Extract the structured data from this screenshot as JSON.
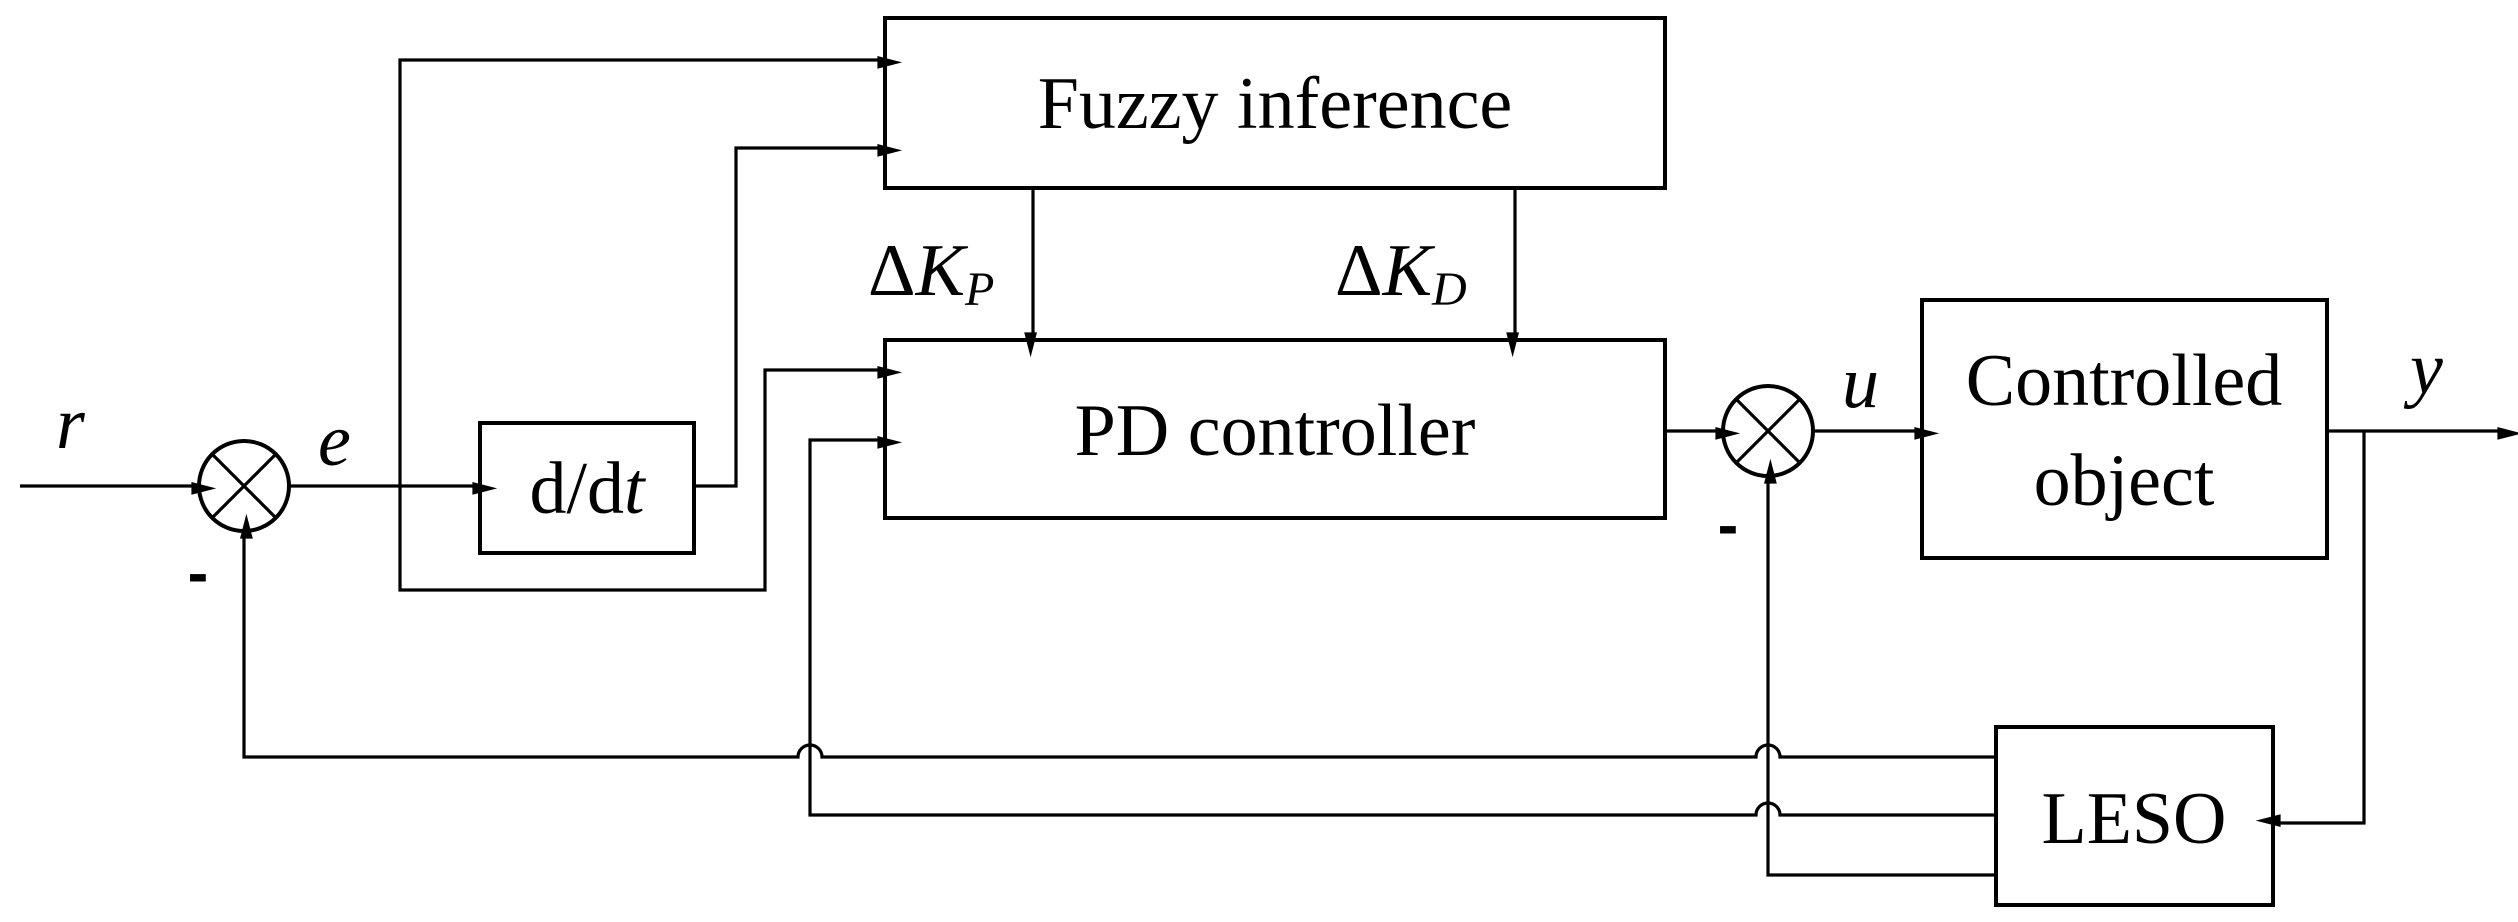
{
  "blocks": {
    "fuzzy": "Fuzzy inference",
    "pd": "PD controller",
    "deriv_prefix": "d/d",
    "deriv_var": "t",
    "plant_line1": "Controlled",
    "plant_line2": "object",
    "leso": "LESO"
  },
  "signals": {
    "r": "r",
    "e": "e",
    "u": "u",
    "y": "y",
    "delta": "Δ",
    "k": "K",
    "sub_p": "P",
    "sub_d": "D",
    "minus": "-"
  }
}
